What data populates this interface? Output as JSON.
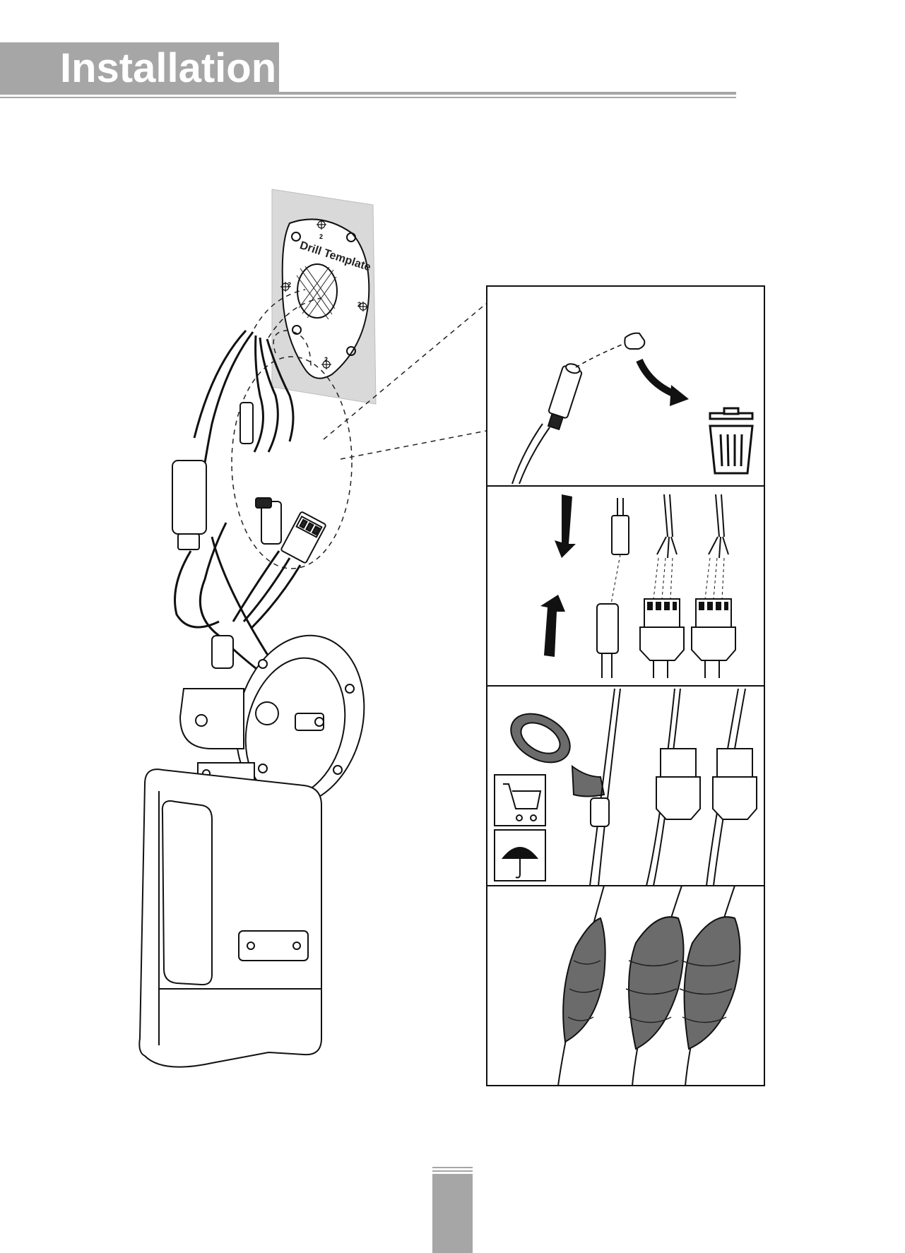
{
  "header": {
    "title": "Installation"
  },
  "figure": {
    "drill_template_label": "Drill Template",
    "hole_marks": [
      "2",
      "2",
      "2",
      "2"
    ]
  }
}
